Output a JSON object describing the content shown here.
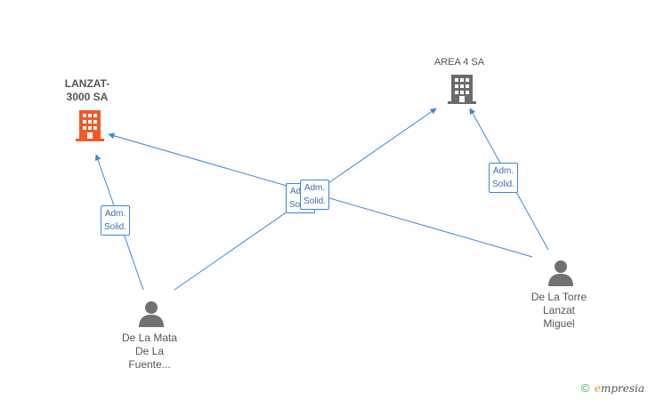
{
  "nodes": {
    "lanzat": {
      "lines": [
        "LANZAT-",
        "3000 SA"
      ]
    },
    "area4": {
      "lines": [
        "AREA 4 SA"
      ]
    },
    "mata": {
      "lines": [
        "De La Mata",
        "De La",
        "Fuente..."
      ]
    },
    "torre": {
      "lines": [
        "De La Torre",
        "Lanzat",
        "Miguel"
      ]
    }
  },
  "edges": {
    "label_line1": "Adm.",
    "label_line2": "Solid."
  },
  "colors": {
    "highlight_company": "#f05a28",
    "company": "#6b6b6b",
    "person": "#707070",
    "edge": "#3a87d8"
  },
  "footer": {
    "copyright": "©",
    "brand_e": "e",
    "brand_rest": "mpresia"
  }
}
